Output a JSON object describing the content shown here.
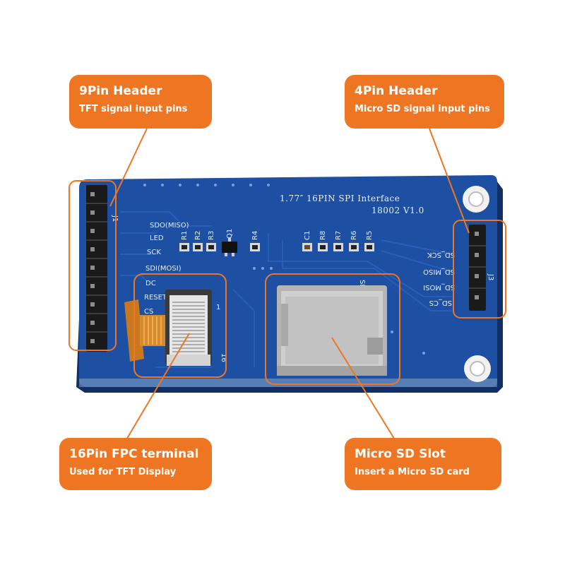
{
  "callouts": [
    {
      "title": "9Pin Header",
      "subtitle": "TFT signal input pins"
    },
    {
      "title": "4Pin Header",
      "subtitle": "Micro SD signal input pins"
    },
    {
      "title": "16Pin FPC terminal",
      "subtitle": "Used for TFT Display"
    },
    {
      "title": "Micro SD Slot",
      "subtitle": "Insert a Micro SD card"
    }
  ],
  "board": {
    "title_line": "1.77″ 16PIN SPI Interface",
    "version_line": "18002  V1.0",
    "j1_label": "J1",
    "j3_label": "J3",
    "sd_label": "SD",
    "left_labels": [
      "SDO(MISO)",
      "LED",
      "SCK",
      "SDI(MOSI)",
      "DC",
      "RESET",
      "CS"
    ],
    "sd_pins": [
      "SD_SCK",
      "SD_MISO",
      "SD_MOSI",
      "SD_CS"
    ],
    "components_left": [
      "R1",
      "R2",
      "R3",
      "Q1",
      "R4"
    ],
    "components_right": [
      "C1",
      "R8",
      "R7",
      "R6",
      "R5"
    ],
    "fpc_pin_first": "1",
    "fpc_pin_last": "16"
  },
  "colors": {
    "accent": "#ee7623",
    "pcb": "#1d4fa3",
    "pcb_edge": "#163f86",
    "callout_text": "#ffffff"
  }
}
